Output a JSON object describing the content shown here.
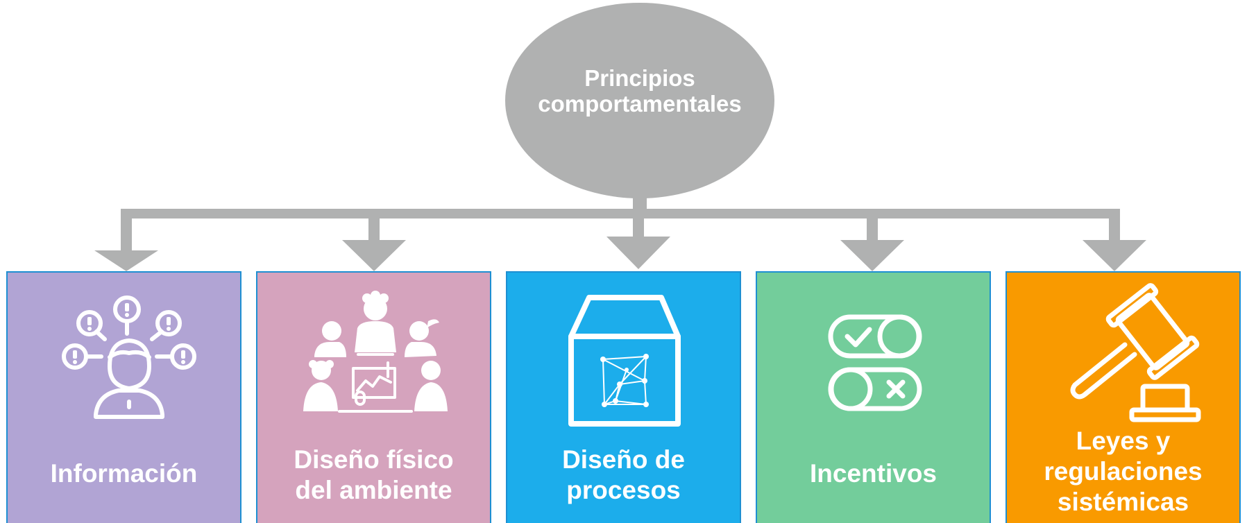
{
  "root": {
    "line1": "Principios",
    "line2": "comportamentales",
    "color": "#b0b1b1"
  },
  "connector_color": "#b0b1b1",
  "categories": [
    {
      "lines": [
        "Información"
      ],
      "color": "#b1a4d4",
      "icon": "person-with-alert-bubbles-icon"
    },
    {
      "lines": [
        "Diseño físico",
        "del ambiente"
      ],
      "color": "#d5a3bd",
      "icon": "team-meeting-table-icon"
    },
    {
      "lines": [
        "Diseño de",
        "procesos"
      ],
      "color": "#1cadeb",
      "icon": "box-process-network-icon"
    },
    {
      "lines": [
        "Incentivos"
      ],
      "color": "#73cd9b",
      "icon": "toggle-switches-icon"
    },
    {
      "lines": [
        "Leyes y",
        "regulaciones",
        "sistémicas"
      ],
      "color": "#f99a00",
      "icon": "gavel-icon"
    }
  ]
}
